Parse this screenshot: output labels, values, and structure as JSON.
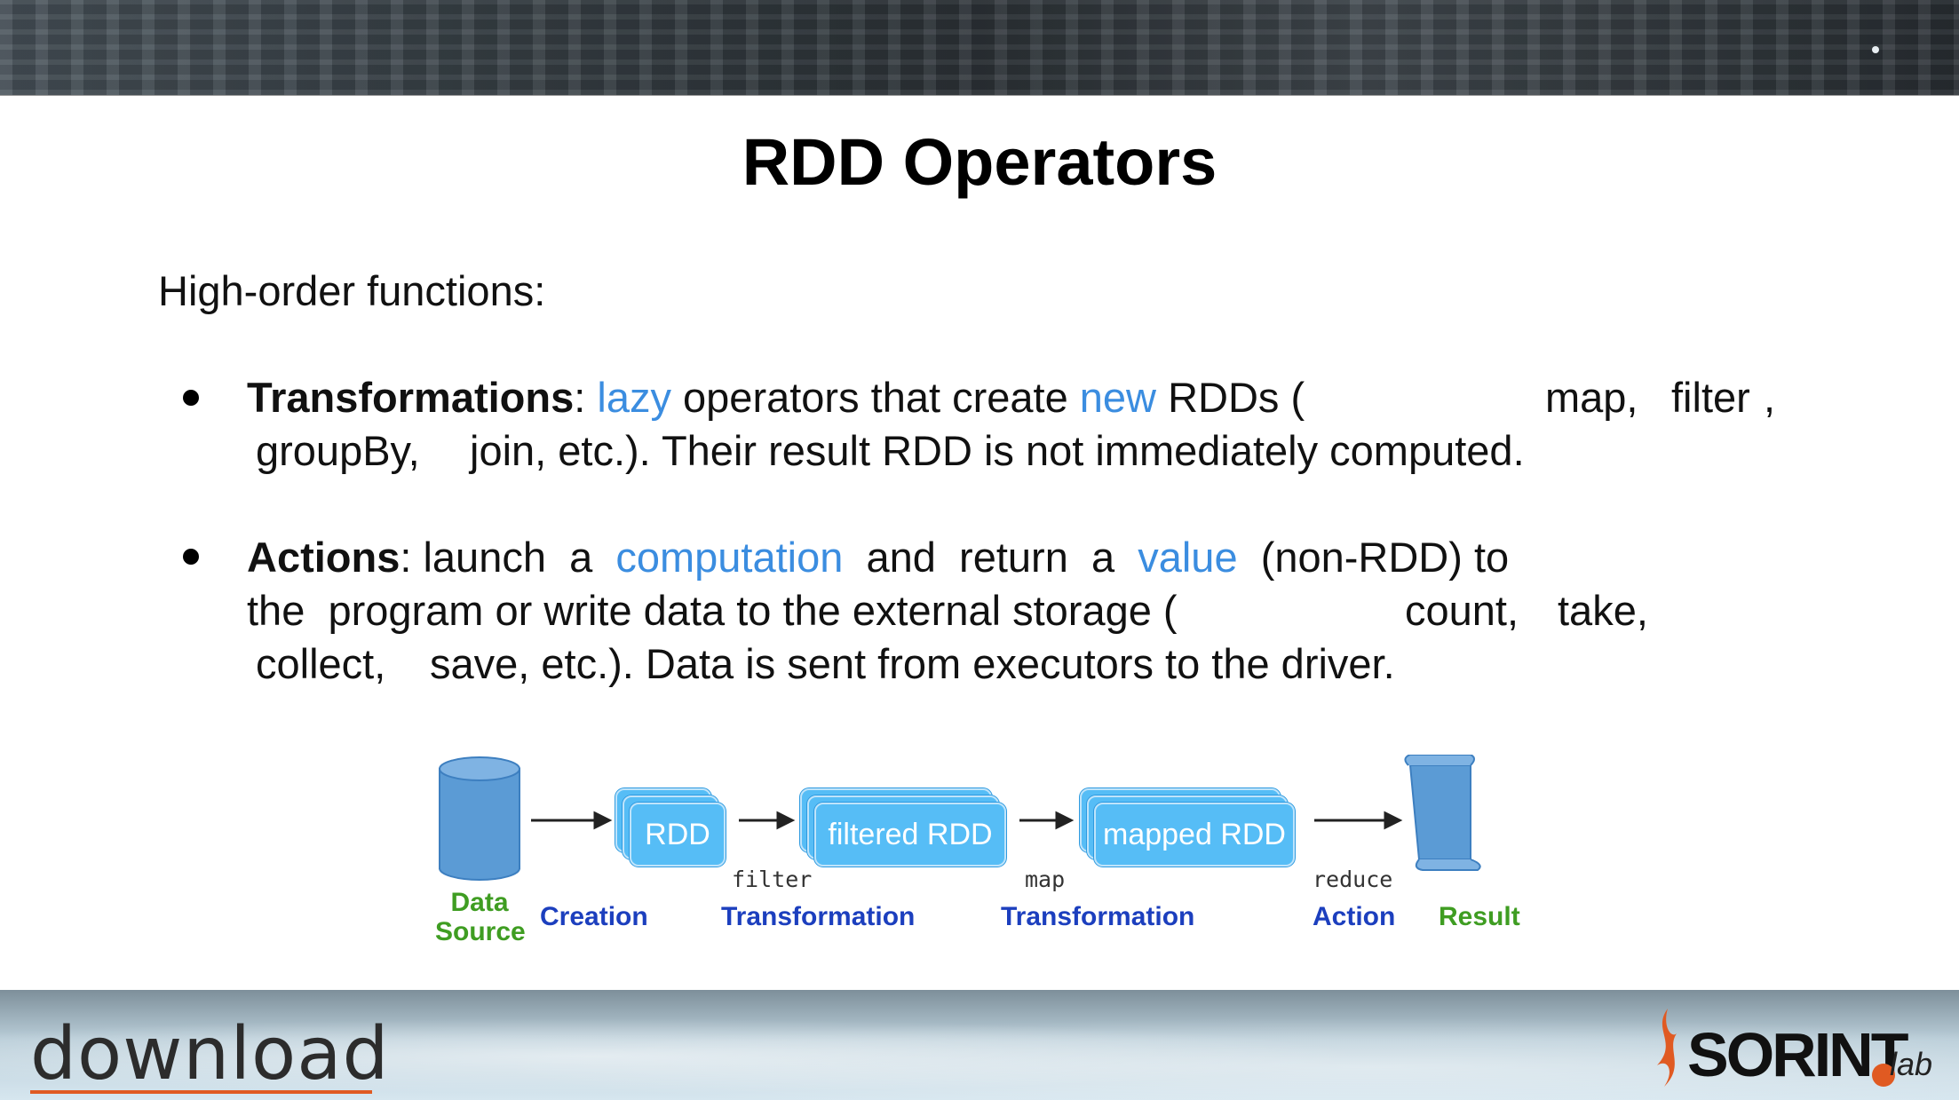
{
  "slide": {
    "title": "RDD Operators",
    "intro": "High-order functions:"
  },
  "bullets": [
    {
      "term": "Transformations",
      "line1_sep": ": ",
      "hl1": "lazy",
      "mid1": " operators that create ",
      "hl2": "new",
      "mid2": " RDDs (",
      "ex1": "map,",
      "ex2": "filter",
      "comma": ",",
      "line2_a": "groupBy,",
      "line2_b": "join, etc.). Their result RDD is not immediately computed."
    },
    {
      "term": "Actions",
      "line1_a": ": launch  a  ",
      "hl1": "computation",
      "line1_b": "  and  return  a  ",
      "hl2": "value",
      "line1_c": "  (non-RDD) to",
      "line2_a": "the  program or write data to the external storage (",
      "ex1": "count,",
      "ex2": "take,",
      "line3_a": "collect,",
      "line3_b": "save, etc.). Data is sent from executors to the driver."
    }
  ],
  "diagram": {
    "nodes": [
      {
        "label": "RDD"
      },
      {
        "label": "filtered RDD"
      },
      {
        "label": "mapped RDD"
      }
    ],
    "ops": [
      "filter",
      "map",
      "reduce"
    ],
    "stage_labels": [
      "Creation",
      "Transformation",
      "Transformation",
      "Action"
    ],
    "source_label_1": "Data",
    "source_label_2": "Source",
    "result_label": "Result",
    "colors": {
      "card": "#56bdf6",
      "doc": "#5b9bd5",
      "blue_text": "#1c3fbe",
      "green_text": "#3f9d22"
    }
  },
  "footer": {
    "left_logo": "download",
    "right_logo": "SORINT",
    "right_logo_suffix": "lab"
  }
}
